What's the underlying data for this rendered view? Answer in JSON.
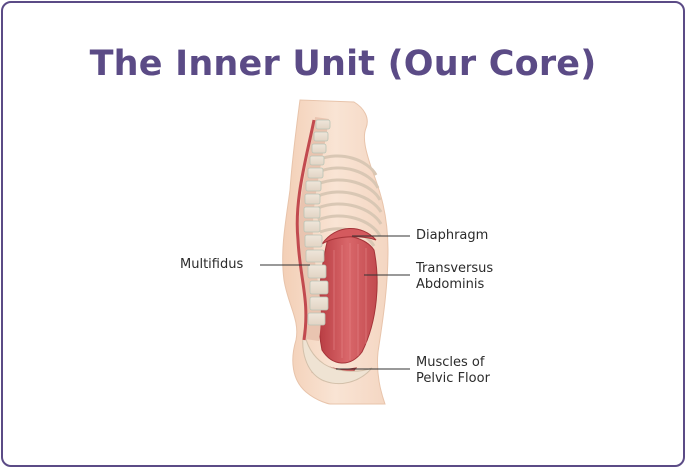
{
  "title": "The Inner Unit (Our Core)",
  "labels": {
    "multifidus": "Multifidus",
    "diaphragm": "Diaphragm",
    "transversus_line1": "Transversus",
    "transversus_line2": "Abdominis",
    "pelvic_line1": "Muscles of",
    "pelvic_line2": "Pelvic Floor"
  },
  "colors": {
    "title": "#5b4b86",
    "frame": "#5b4b86",
    "skin": "#f6dcc8",
    "muscle": "#c9474b",
    "spine": "#eef3ea",
    "leader_line": "#333333"
  }
}
